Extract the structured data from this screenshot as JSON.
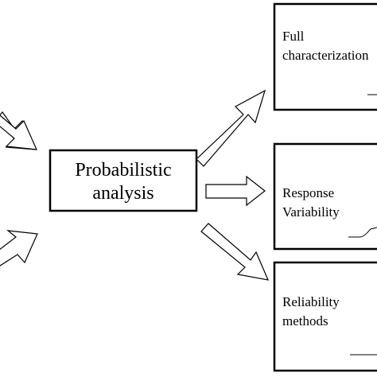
{
  "center": {
    "line1": "Probabilistic",
    "line2": "analysis"
  },
  "outputs": [
    {
      "line1": "Full",
      "line2": "characterization"
    },
    {
      "line1": "Response",
      "line2": "Variability"
    },
    {
      "line1": "Reliability",
      "line2": "methods"
    }
  ]
}
